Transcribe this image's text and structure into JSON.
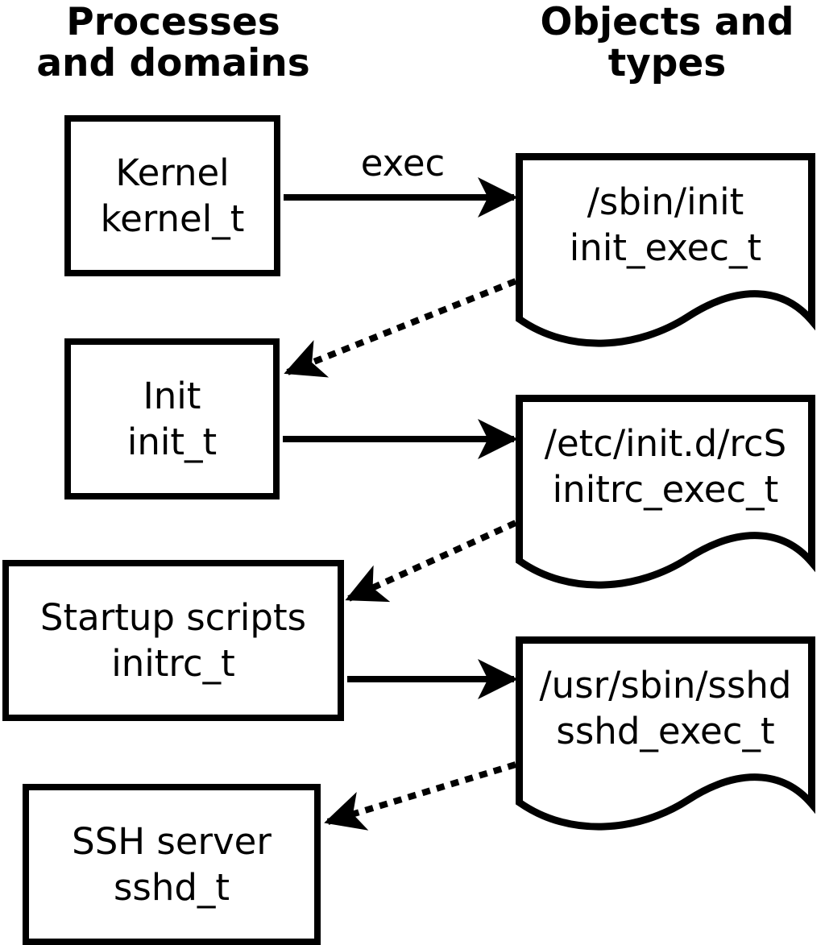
{
  "diagram": {
    "title_columns": {
      "left": {
        "line1": "Processes",
        "line2": "and domains"
      },
      "right": {
        "line1": "Objects and",
        "line2": "types"
      }
    },
    "process_boxes": [
      {
        "label": "Kernel",
        "type": "kernel_t"
      },
      {
        "label": "Init",
        "type": "init_t"
      },
      {
        "label": "Startup scripts",
        "type": "initrc_t"
      },
      {
        "label": "SSH server",
        "type": "sshd_t"
      }
    ],
    "object_docs": [
      {
        "path": "/sbin/init",
        "type": "init_exec_t"
      },
      {
        "path": "/etc/init.d/rcS",
        "type": "initrc_exec_t"
      },
      {
        "path": "/usr/sbin/sshd",
        "type": "sshd_exec_t"
      }
    ],
    "arrow_label": "exec",
    "edges": {
      "solid": [
        {
          "from": "kernel_t",
          "to": "/sbin/init",
          "label": "exec"
        },
        {
          "from": "init_t",
          "to": "/etc/init.d/rcS",
          "label": ""
        },
        {
          "from": "initrc_t",
          "to": "/usr/sbin/sshd",
          "label": ""
        }
      ],
      "dotted": [
        {
          "from": "/sbin/init",
          "to": "init_t"
        },
        {
          "from": "/etc/init.d/rcS",
          "to": "initrc_t"
        },
        {
          "from": "/usr/sbin/sshd",
          "to": "sshd_t"
        }
      ]
    },
    "colors": {
      "line": "#000000",
      "background": "#ffffff"
    }
  }
}
